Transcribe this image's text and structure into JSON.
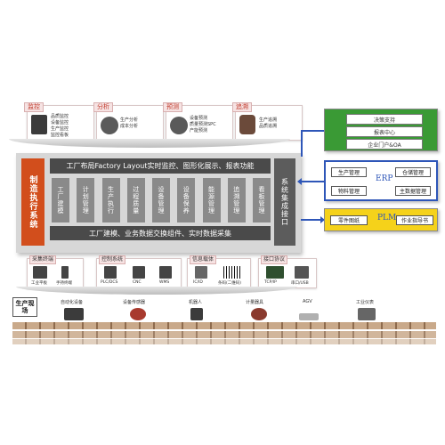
{
  "top_modules": [
    {
      "tag": "监控",
      "lines": [
        "品质监控",
        "设备监控",
        "生产监控",
        "监控看板"
      ]
    },
    {
      "tag": "分析",
      "lines": [
        "生产分析",
        "成本分析"
      ]
    },
    {
      "tag": "预测",
      "lines": [
        "设备预测",
        "质量预测SPC",
        "产能预测"
      ]
    },
    {
      "tag": "追溯",
      "lines": [
        "生产追溯",
        "品质追溯"
      ]
    }
  ],
  "core": {
    "left_bar": "制造执行系统",
    "right_bar": "系统集成接口",
    "top_strip": "工厂布局Factory Layout实时监控、图形化展示、报表功能",
    "bottom_strip": "工厂建模、业务数据交换组件、实时数据采集",
    "modules": [
      "工厂建模",
      "计划管理",
      "生产执行",
      "过程质量",
      "设备管理",
      "设备保养",
      "能源管理",
      "追溯管理",
      "看板管理"
    ]
  },
  "oa": {
    "items": [
      "决策支持",
      "报表中心",
      "企业门户&OA"
    ]
  },
  "erp": {
    "label": "ERP",
    "items": [
      "生产管理",
      "仓储管理",
      "物料管理",
      "主数据管理"
    ]
  },
  "plm": {
    "label": "PLM",
    "items": [
      "零件图纸",
      "作业指导书"
    ]
  },
  "device_groups": [
    {
      "tag": "采集终端",
      "caps": [
        "工业平板",
        "手持终端"
      ]
    },
    {
      "tag": "控制系统",
      "caps": [
        "PLC/DCS",
        "CNC",
        "WMS"
      ]
    },
    {
      "tag": "信息载体",
      "caps": [
        "IC/ID",
        "条码(二维码)"
      ]
    },
    {
      "tag": "接口协议",
      "caps": [
        "TCP/IP",
        "串口/USB"
      ]
    }
  ],
  "floor": {
    "label": "生产现场",
    "devices": [
      "自动化设备",
      "设备传感器",
      "机器人",
      "计量器具",
      "AGV",
      "工业仪表"
    ]
  },
  "colors": {
    "exec": "#d24e1c",
    "oa": "#3a9a35",
    "erp_border": "#2e56b8",
    "plm": "#f5d21a",
    "dark": "#4a4a4a"
  }
}
